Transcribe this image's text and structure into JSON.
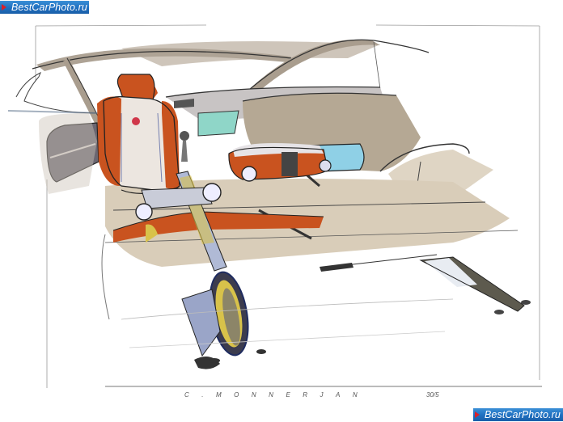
{
  "image": {
    "description": "Marker and pen design sketch of a car interior: open cabin with orange-framed seat folded on a bicycle-like rail, orange cushion module, teal glass panels, beige floor, viewed from rear",
    "palette": {
      "paper": "#ffffff",
      "orange": "#c9531f",
      "orange_light": "#e07a3a",
      "beige": "#b9a892",
      "beige_light": "#ddd2c2",
      "grey_ink": "#3a3a46",
      "blue_shade": "#8e9fc8",
      "teal_glass": "#8fd6c8",
      "cyan_glass": "#8fd0e6",
      "yellow_wheel": "#d8c24a"
    }
  },
  "watermarks": {
    "top_left": "BestCarPhoto.ru",
    "bottom_right": "BestCarPhoto.ru"
  },
  "signature": {
    "name": "C.MONNERJAN",
    "date": "30/5"
  }
}
